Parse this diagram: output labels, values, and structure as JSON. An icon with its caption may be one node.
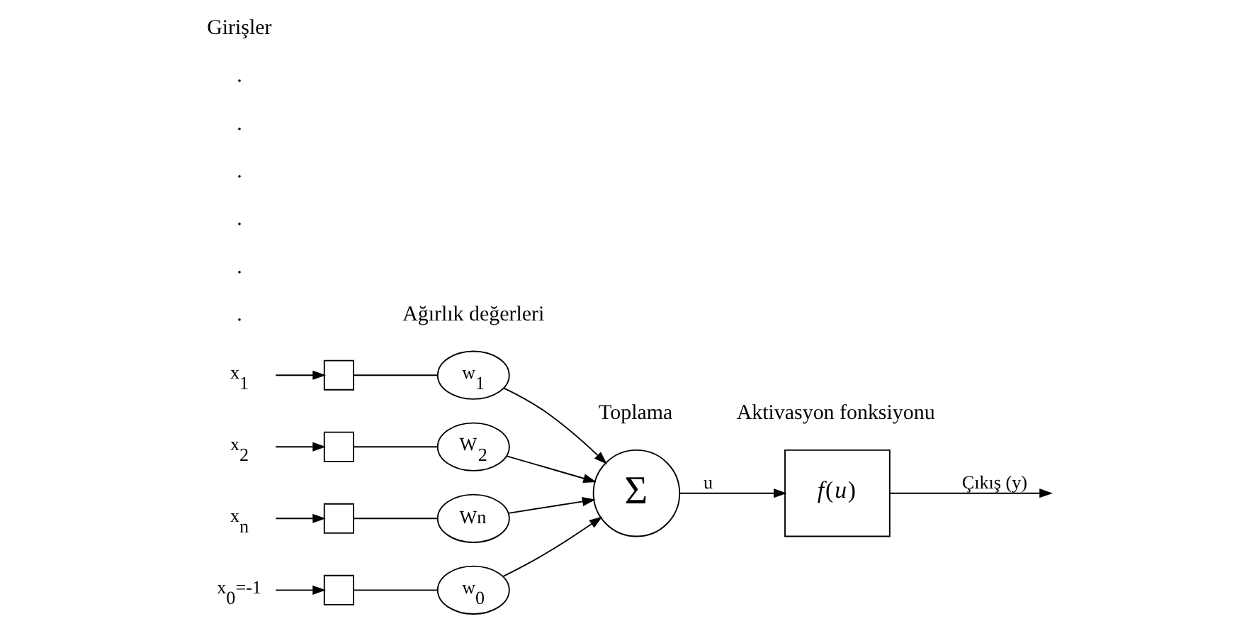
{
  "diagram": {
    "nodes": [
      {
        "text": [
          "x$_{1}$"
        ]
      },
      {
        "text": [
          "x$_{2}$"
        ]
      },
      {
        "text": [
          "x$_{n}$"
        ]
      },
      {
        "text": [],
        "shape": "box"
      },
      {
        "text": [],
        "shape": "box"
      },
      {
        "text": [],
        "shape": "box"
      },
      {
        "text": [
          "w$_{1}$"
        ]
      },
      {
        "text": [
          "W$_{2}$"
        ]
      },
      {
        "text": [
          "Wn"
        ]
      },
      {
        "text": [
          "x$_{0}$=-1"
        ]
      },
      {
        "text": [],
        "shape": "box"
      },
      {
        "text": [
          "w$_{0}$"
        ]
      },
      {
        "text": [
          "Σ"
        ]
      },
      {
        "text": [
          "*f*(*u*)"
        ]
      }
    ],
    "edges": [
      {
        "from": 0,
        "to": 3,
        "arrow": "to"
      },
      {
        "from": 1,
        "to": 4,
        "arrow": "to"
      },
      {
        "from": 2,
        "to": 5,
        "arrow": "to"
      },
      {
        "from": 3,
        "to": 6,
        "arrow": "none"
      },
      {
        "from": 4,
        "to": 7,
        "arrow": "none"
      },
      {
        "from": 5,
        "to": 8,
        "arrow": "none"
      },
      {
        "from": 6,
        "to": 12,
        "arrow": "to"
      },
      {
        "from": 7,
        "to": 12,
        "arrow": "to"
      },
      {
        "from": 8,
        "to": 12,
        "arrow": "to"
      },
      {
        "from": 9,
        "to": 10,
        "arrow": "to"
      },
      {
        "from": 10,
        "to": 11,
        "arrow": "none"
      },
      {
        "from": 11,
        "to": 12,
        "arrow": "to"
      },
      {
        "from": 12,
        "to": 13,
        "arrow": "to",
        "label": "u"
      },
      {
        "from": 13,
        "to": null,
        "arrow": "to",
        "label": "Çıkış (y)"
      }
    ],
    "labels": [
      ".",
      ".",
      ".",
      ".",
      ".",
      ".",
      "Girişler",
      "Ağırlık değerleri",
      "Toplama",
      "Aktivasyon fonksiyonu"
    ]
  }
}
